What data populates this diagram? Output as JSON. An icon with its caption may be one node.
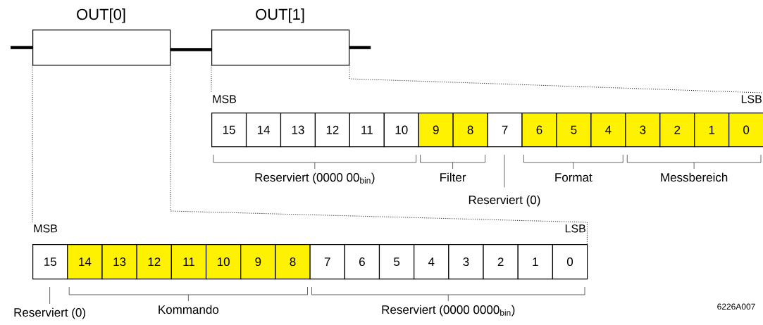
{
  "diagram": {
    "nodes": [
      {
        "text": [
          "OUT[0]"
        ]
      },
      {
        "text": [
          "OUT[1]"
        ]
      },
      {
        "text": [
          "MSB",
          "LSB"
        ]
      },
      {
        "text": [
          "15"
        ]
      },
      {
        "text": [
          "14"
        ]
      },
      {
        "text": [
          "13"
        ]
      },
      {
        "text": [
          "12"
        ]
      },
      {
        "text": [
          "11"
        ]
      },
      {
        "text": [
          "10"
        ]
      },
      {
        "text": [
          "9"
        ]
      },
      {
        "text": [
          "8"
        ]
      },
      {
        "text": [
          "7"
        ]
      },
      {
        "text": [
          "6"
        ]
      },
      {
        "text": [
          "5"
        ]
      },
      {
        "text": [
          "4"
        ]
      },
      {
        "text": [
          "3"
        ]
      },
      {
        "text": [
          "2"
        ]
      },
      {
        "text": [
          "1"
        ]
      },
      {
        "text": [
          "0"
        ]
      },
      {
        "text": [
          "MSB",
          "LSB"
        ]
      },
      {
        "text": [
          "15"
        ]
      },
      {
        "text": [
          "14"
        ]
      },
      {
        "text": [
          "13"
        ]
      },
      {
        "text": [
          "12"
        ]
      },
      {
        "text": [
          "11"
        ]
      },
      {
        "text": [
          "10"
        ]
      },
      {
        "text": [
          "9"
        ]
      },
      {
        "text": [
          "8"
        ]
      },
      {
        "text": [
          "7"
        ]
      },
      {
        "text": [
          "6"
        ]
      },
      {
        "text": [
          "5"
        ]
      },
      {
        "text": [
          "4"
        ]
      },
      {
        "text": [
          "3"
        ]
      },
      {
        "text": [
          "2"
        ]
      },
      {
        "text": [
          "1"
        ]
      },
      {
        "text": [
          "0"
        ]
      }
    ],
    "edges": [
      {
        "from": null,
        "to": 0,
        "arrow": "none",
        "style": "thick"
      },
      {
        "from": 0,
        "to": 1,
        "arrow": "none",
        "style": "thick"
      },
      {
        "from": 1,
        "to": null,
        "arrow": "none",
        "style": "thick"
      },
      {
        "from": 1,
        "to": 2,
        "arrow": "none",
        "style": "dashed"
      },
      {
        "from": 1,
        "to": 2,
        "arrow": "none",
        "style": "dashed"
      },
      {
        "from": 0,
        "to": 19,
        "arrow": "none",
        "style": "dashed"
      },
      {
        "from": 0,
        "to": 19,
        "arrow": "none",
        "style": "dashed"
      }
    ],
    "labels": [
      "Reserviert (0000 00$_{bin}$)",
      "Filter",
      "Reserviert (0)",
      "Format",
      "Messbereich",
      "Reserviert (0)",
      "Kommando",
      "Reserviert (0000 0000$_{bin}$)",
      "6226A007"
    ]
  }
}
